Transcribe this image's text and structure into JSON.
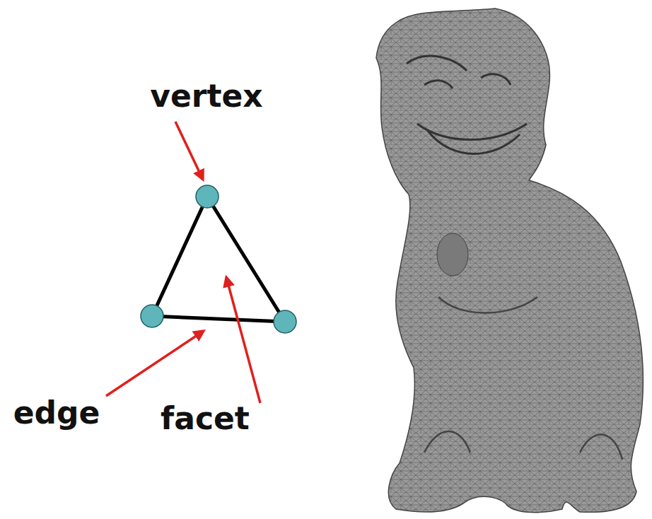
{
  "diagram": {
    "labels": [
      "vertex",
      "edge",
      "facet"
    ]
  }
}
